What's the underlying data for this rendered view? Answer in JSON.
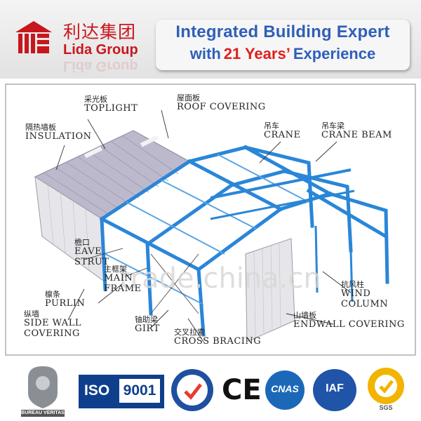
{
  "header": {
    "logo_cn": "利达集团",
    "logo_en": "Lida Group",
    "banner_line1": "Integrated Building Expert",
    "banner_line2_pre": "with",
    "banner_line2_highlight": "21 Years’",
    "banner_line2_post": "Experience",
    "brand_color": "#c8161d",
    "banner_color": "#2f5fb8"
  },
  "diagram": {
    "labels": {
      "toplight": {
        "cn": "采光板",
        "en": "TOPLIGHT"
      },
      "roof_covering": {
        "cn": "屋面板",
        "en": "ROOF COVERING"
      },
      "insulation": {
        "cn": "隔热墙板",
        "en": "INSULATION"
      },
      "crane": {
        "cn": "吊车",
        "en": "CRANE"
      },
      "crane_beam": {
        "cn": "吊车梁",
        "en": "CRANE BEAM"
      },
      "eave_strut": {
        "cn": "檐口",
        "en1": "EAVE",
        "en2": "STRUT"
      },
      "main_frame": {
        "cn": "主框架",
        "en1": "MAIN",
        "en2": "FRAME"
      },
      "purlin": {
        "cn": "檩条",
        "en": "PURLIN"
      },
      "wind_column": {
        "cn": "抗风柱",
        "en": "WIND COLUMN"
      },
      "side_wall": {
        "cn": "纵墙",
        "en1": "SIDE WALL",
        "en2": "COVERING"
      },
      "endwall": {
        "cn": "山墙板",
        "en": "ENDWALL COVERING"
      },
      "girt": {
        "cn": "铀助梁",
        "en": "GIRT"
      },
      "cross_bracing": {
        "cn": "交叉拉索",
        "en": "CROSS BRACING"
      }
    },
    "watermark": "trade.china.cn",
    "frame_color": "#2a86d8",
    "roof_color": "#b8b4c8"
  },
  "certs": {
    "bureau_veritas": "BUREAU VERITAS",
    "iso": "ISO",
    "iso_number": "9001",
    "ce": "CE",
    "cnas": "CNAS",
    "iaf": "IAF",
    "sgs": "SGS"
  }
}
